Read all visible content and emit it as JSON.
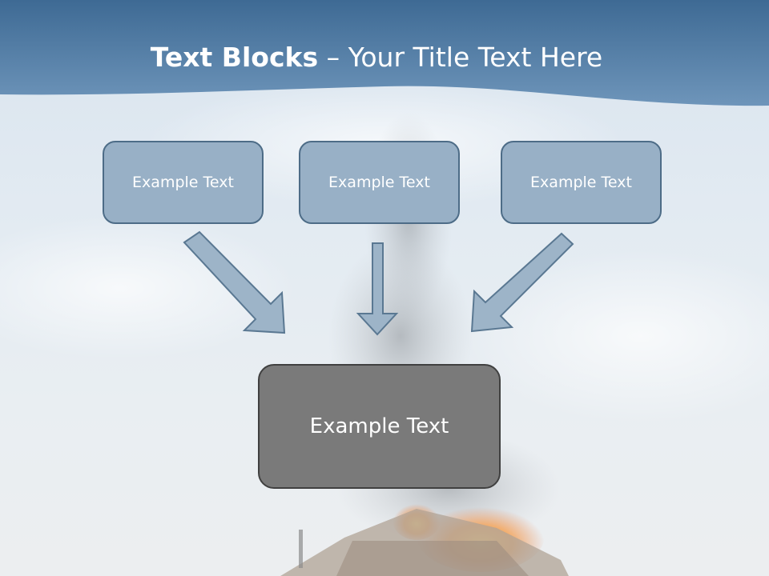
{
  "title": {
    "bold": "Text Blocks",
    "dash": "–",
    "rest": "Your Title Text Here"
  },
  "blocks": {
    "top": [
      "Example Text",
      "Example Text",
      "Example Text"
    ],
    "bottom": "Example Text"
  },
  "colors": {
    "header": "#4b76a0",
    "box_fill": "#98b0c6",
    "box_border": "#4d6c87",
    "arrow_fill": "#9db4c8",
    "arrow_border": "#5a7892",
    "bottom_fill": "#7a7a7a",
    "bottom_border": "#404040"
  },
  "icons": [
    "arrow-down-right-icon",
    "arrow-down-icon",
    "arrow-down-left-icon"
  ]
}
